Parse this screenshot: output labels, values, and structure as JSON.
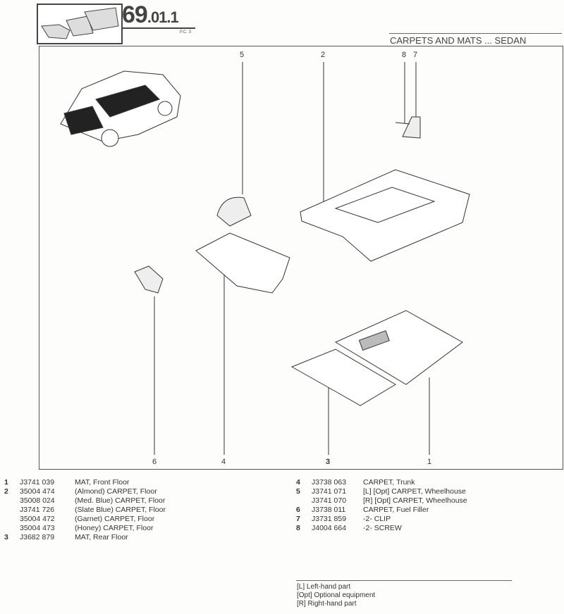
{
  "header": {
    "section": "69",
    "section_sub": ".01",
    "section_suffix": ".1",
    "pc": "P.C. 3",
    "title": "CARPETS AND MATS ... SEDAN"
  },
  "callouts": {
    "top": [
      "5",
      "2",
      "8",
      "7"
    ],
    "bottom": [
      "6",
      "4",
      "3",
      "1"
    ]
  },
  "parts_left": [
    {
      "num": "1",
      "part": "J3741 039",
      "desc": "MAT, Front Floor"
    },
    {
      "num": "2",
      "part": "35004 474",
      "desc": "(Almond)   CARPET, Floor"
    },
    {
      "num": "",
      "part": "35008 024",
      "desc": "(Med. Blue)   CARPET, Floor"
    },
    {
      "num": "",
      "part": "J3741 726",
      "desc": "(Slate Blue)   CARPET, Floor"
    },
    {
      "num": "",
      "part": "35004 472",
      "desc": "(Garnet)   CARPET, Floor"
    },
    {
      "num": "",
      "part": "35004 473",
      "desc": "(Honey)   CARPET, Floor"
    },
    {
      "num": "3",
      "part": "J3682 879",
      "desc": "MAT, Rear Floor"
    }
  ],
  "parts_right": [
    {
      "num": "4",
      "part": "J3738 063",
      "desc": "CARPET, Trunk"
    },
    {
      "num": "5",
      "part": "J3741 071",
      "desc": "[L] [Opt]   CARPET, Wheelhouse"
    },
    {
      "num": "",
      "part": "J3741 070",
      "desc": "[R] [Opt]   CARPET, Wheelhouse"
    },
    {
      "num": "6",
      "part": "J3738 011",
      "desc": "CARPET, Fuel Filler"
    },
    {
      "num": "7",
      "part": "J3731 859",
      "desc": "-2- CLIP"
    },
    {
      "num": "8",
      "part": "J4004 664",
      "desc": "-2- SCREW"
    }
  ],
  "legend": [
    "[L] Left-hand part",
    "[Opt] Optional equipment",
    "[R] Right-hand part"
  ]
}
